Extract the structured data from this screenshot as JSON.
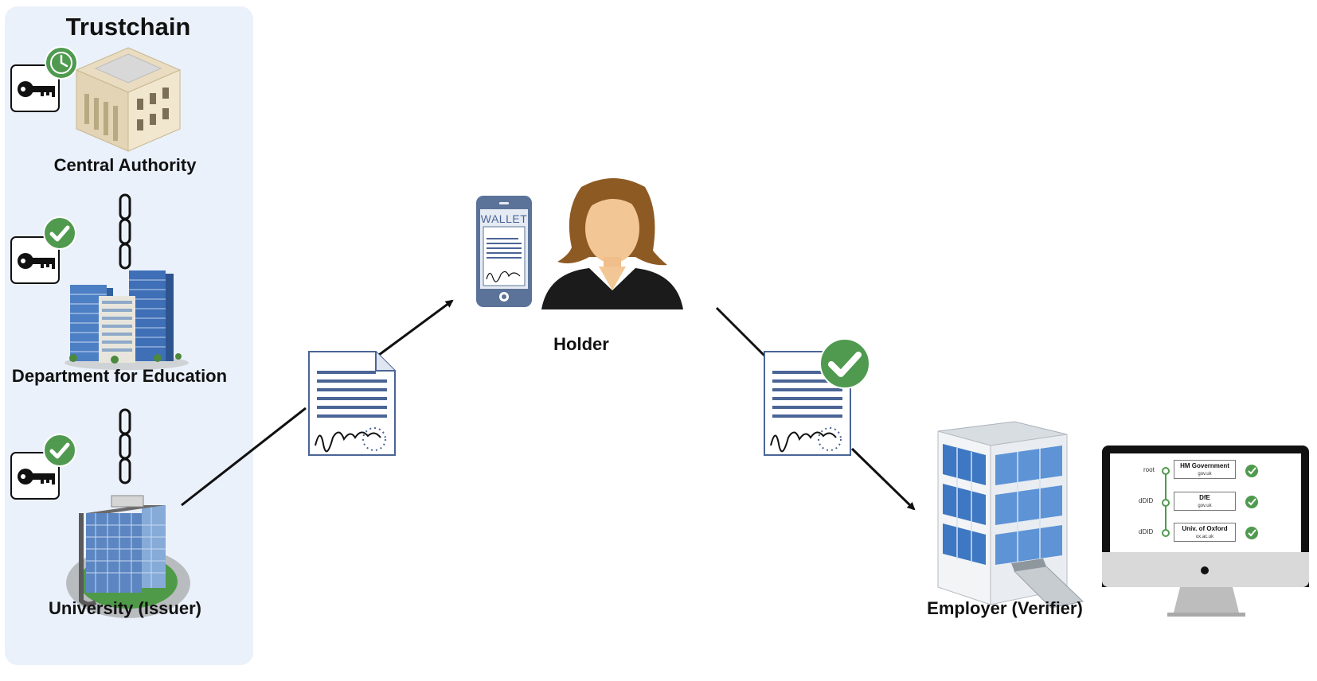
{
  "trustchain": {
    "title": "Trustchain",
    "nodes": [
      {
        "label": "Central Authority",
        "badge": "clock-icon"
      },
      {
        "label": "Department for Education",
        "badge": "check-icon"
      },
      {
        "label": "University (Issuer)",
        "badge": "check-icon"
      }
    ]
  },
  "holder": {
    "label": "Holder",
    "wallet_text": "WALLET"
  },
  "verifier": {
    "label": "Employer (Verifier)",
    "monitor_rows": [
      {
        "level": "root",
        "name": "HM Government",
        "domain": "gov.uk"
      },
      {
        "level": "dDID",
        "name": "DfE",
        "domain": "gov.uk"
      },
      {
        "level": "dDID",
        "name": "Univ. of Oxford",
        "domain": "ox.ac.uk"
      }
    ]
  },
  "colors": {
    "panel_bg": "#eaf1fb",
    "badge_green": "#4f9a4f",
    "doc_blue": "#4a6496",
    "phone_blue": "#5b7399",
    "monitor_black": "#111111"
  }
}
